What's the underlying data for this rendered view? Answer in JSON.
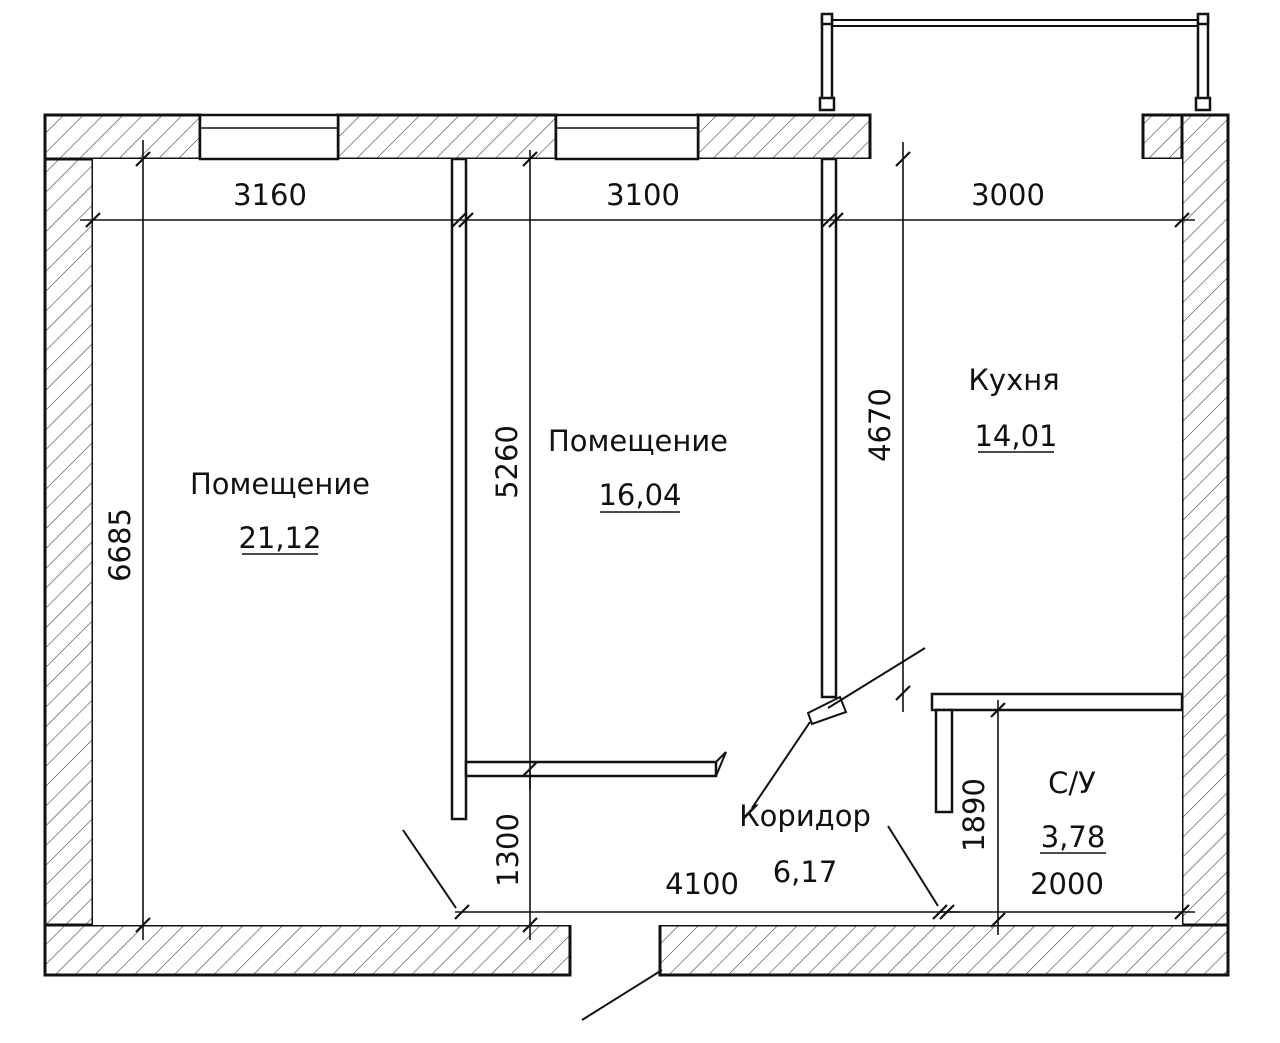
{
  "rooms": [
    {
      "name": "Помещение",
      "area": "21,12"
    },
    {
      "name": "Помещение",
      "area": "16,04"
    },
    {
      "name": "Кухня",
      "area": "14,01"
    },
    {
      "name": "Коридор",
      "area": "6,17"
    },
    {
      "name": "С/У",
      "area": "3,78"
    }
  ],
  "dimensions": {
    "width_room1": "3160",
    "width_room2": "3100",
    "width_kitchen": "3000",
    "height_total": "6685",
    "height_room2": "5260",
    "height_kitchen": "4670",
    "height_corridor": "1300",
    "width_corridor": "4100",
    "height_wc": "1890",
    "width_wc": "2000"
  }
}
